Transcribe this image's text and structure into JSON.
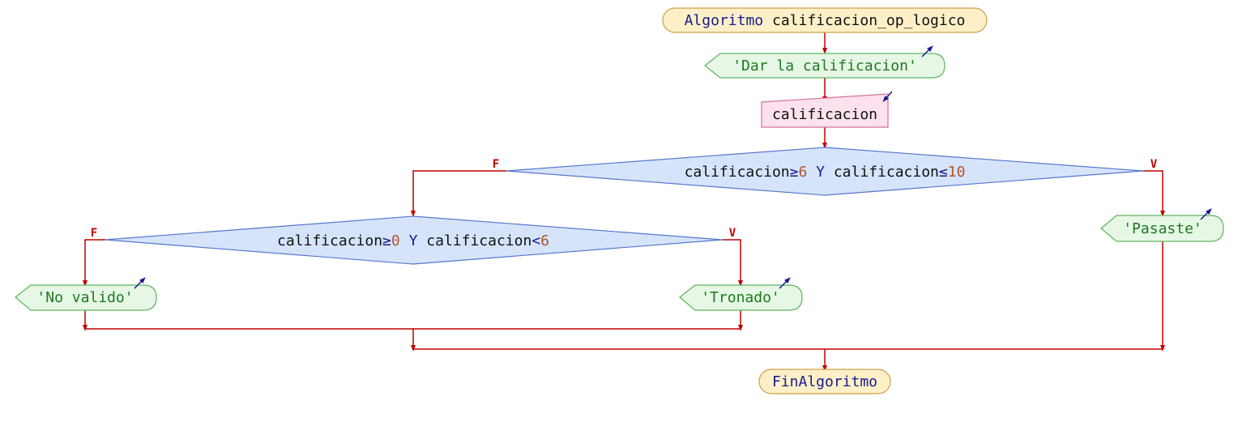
{
  "start": {
    "keyword": "Algoritmo",
    "name": "calificacion_op_logico"
  },
  "output_prompt": "'Dar la calificacion'",
  "input_var": "calificacion",
  "decision1": {
    "left_var": "calificacion",
    "op1": "≥",
    "val1": "6",
    "conj": "Y",
    "right_var": "calificacion",
    "op2": "≤",
    "val2": "10",
    "false_label": "F",
    "true_label": "V"
  },
  "decision2": {
    "left_var": "calificacion",
    "op1": "≥",
    "val1": "0",
    "conj": "Y",
    "right_var": "calificacion",
    "op2": "<",
    "val2": "6",
    "false_label": "F",
    "true_label": "V"
  },
  "output_pasaste": "'Pasaste'",
  "output_tronado": "'Tronado'",
  "output_novalido": "'No valido'",
  "end": {
    "keyword": "FinAlgoritmo"
  },
  "colors": {
    "terminal_fill": "#fdf0c8",
    "terminal_stroke": "#c9a04a",
    "output_fill": "#e6f7e6",
    "output_stroke": "#5fb35f",
    "input_fill": "#fde2ee",
    "input_stroke": "#d07098",
    "decision_fill": "#d6e4fb",
    "decision_stroke": "#5577cc",
    "flow": "#c00000",
    "io_arrow": "#1a1a8c"
  }
}
